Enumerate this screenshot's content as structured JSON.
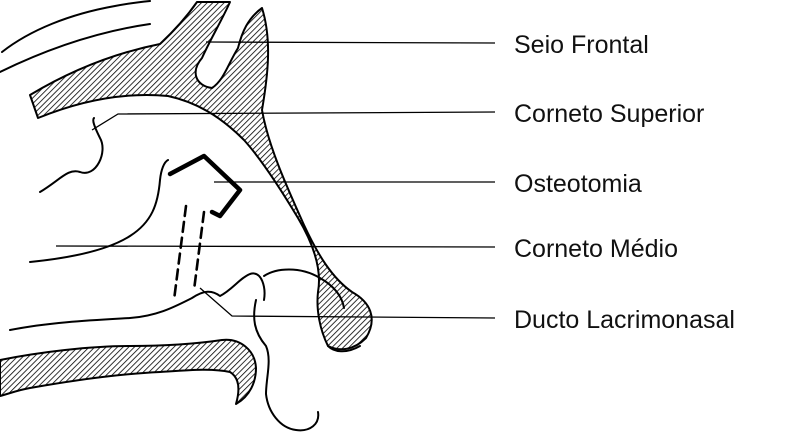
{
  "labels": {
    "frontal_sinus": "Seio Frontal",
    "superior_turbinate": "Corneto Superior",
    "osteotomy": "Osteotomia",
    "middle_turbinate": "Corneto Médio",
    "nasolacrimal_duct": "Ducto Lacrimonasal"
  },
  "colors": {
    "line": "#000000",
    "background": "#ffffff",
    "hatch": "#000000"
  }
}
